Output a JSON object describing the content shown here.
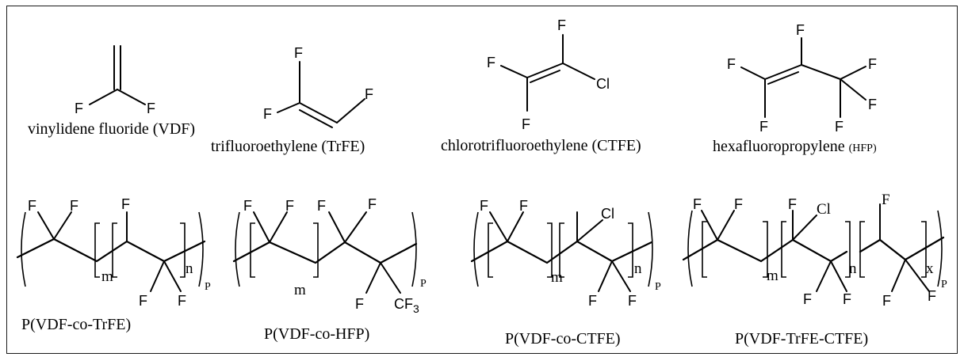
{
  "monomers": {
    "vdf": {
      "name": "vinylidene fluoride (VDF)",
      "atoms": [
        "F",
        "F"
      ]
    },
    "trfe": {
      "name": "trifluoroethylene (TrFE)",
      "atoms": [
        "F",
        "F",
        "F"
      ]
    },
    "ctfe": {
      "name": "chlorotrifluoroethylene (CTFE)",
      "atoms": [
        "F",
        "F",
        "Cl",
        "F"
      ]
    },
    "hfp": {
      "name_main": "hexafluoropropylene",
      "name_abbr": "(HFP)",
      "atoms": [
        "F",
        "F",
        "F",
        "F",
        "F",
        "F"
      ]
    }
  },
  "polymers": {
    "p_vdf_trfe": {
      "name": "P(VDF-co-TrFE)",
      "atoms": [
        "F",
        "F",
        "F",
        "F",
        "F"
      ],
      "subscripts": [
        "m",
        "n",
        "P"
      ]
    },
    "p_vdf_hfp": {
      "name": "P(VDF-co-HFP)",
      "atoms": [
        "F",
        "F",
        "F",
        "F",
        "F",
        "CF"
      ],
      "cf3_sub": "3",
      "subscripts": [
        "m",
        "P"
      ]
    },
    "p_vdf_ctfe": {
      "name": "P(VDF-co-CTFE)",
      "atoms": [
        "F",
        "F",
        "Cl",
        "F",
        "F"
      ],
      "subscripts": [
        "m",
        "n",
        "P"
      ]
    },
    "p_vdf_trfe_ctfe": {
      "name": "P(VDF-TrFE-CTFE)",
      "atoms": [
        "F",
        "F",
        "F",
        "Cl",
        "F",
        "F",
        "F",
        "F",
        "F"
      ],
      "subscripts": [
        "m",
        "n",
        "x",
        "P"
      ]
    }
  }
}
